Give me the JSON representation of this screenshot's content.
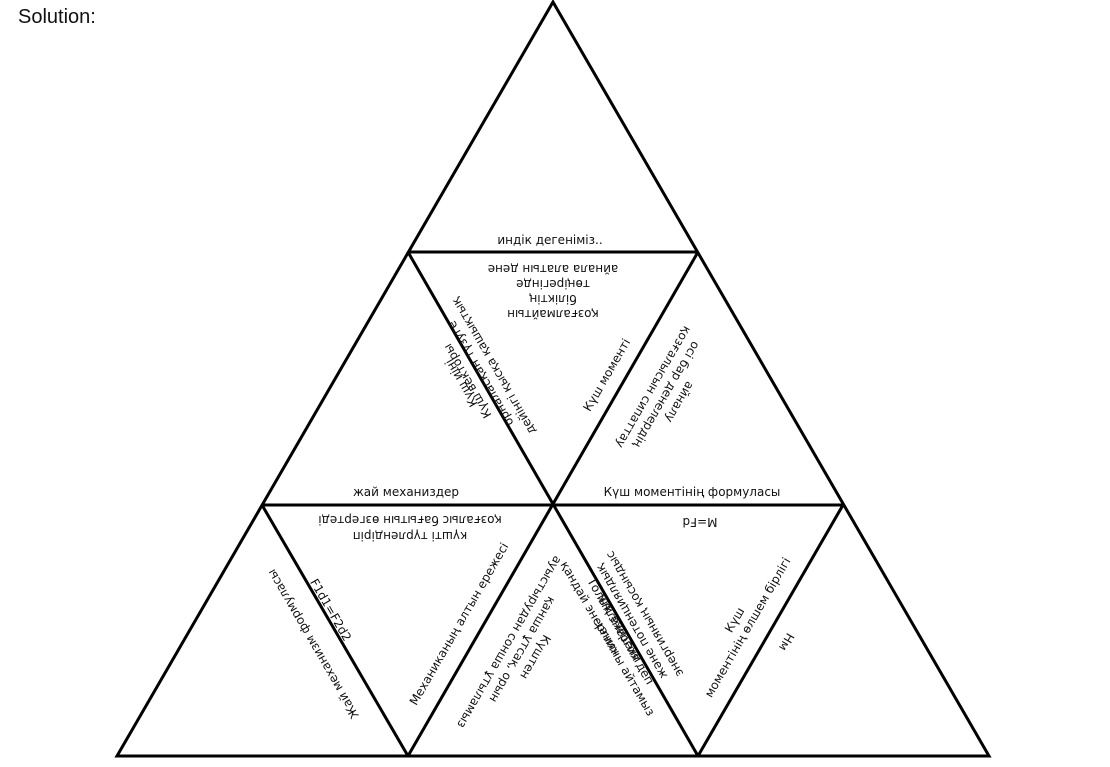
{
  "title": "Solution:",
  "edges": {
    "top_mid": {
      "front": "индік дегеніміз..",
      "back": [
        "айнала алатын дене",
        "төңірегінде",
        "біліктің",
        "қозғалмайтын"
      ]
    },
    "upper_left": {
      "front": [
        "Күш иіні"
      ],
      "back": [
        "дейінгі қысқа қашықтық",
        "орналасқан түзуге",
        "Күш векторы"
      ]
    },
    "upper_right": {
      "front": [
        "Күш моменті"
      ],
      "back": [
        "қозғалысын сипаттау",
        "осі бар денелердің",
        "айналу"
      ]
    },
    "mid_left": {
      "front": "жай механиздер",
      "back": [
        "қозғалыс бағытын өзгертеді",
        "күшті түрлендіріп"
      ]
    },
    "mid_right": {
      "front": "Күш моментінің формуласы",
      "back": [
        "M=Fd"
      ]
    },
    "lower_left": {
      "front": [
        "F1d1=F2d2"
      ],
      "back": [
        "Жай механизм формуласы"
      ]
    },
    "lower_mid_left": {
      "front": [
        "Механиканың алтын ережесі"
      ],
      "back": [
        "ауыстырудан сонша ұтыламыз",
        "қанша ұтсақ, орын",
        "Күштен"
      ]
    },
    "lower_mid_right": {
      "front": [
        "кинет-",
        "икетикалық",
        "және потенциялдық",
        "энергияның қосындыс"
      ],
      "back": [
        "қандай энергияны айтамыз",
        "Толық энергия деп"
      ]
    },
    "lower_right": {
      "front": [
        "Күш",
        "моментінің өлшем бірлігі"
      ],
      "back": [
        "Нм"
      ]
    }
  }
}
